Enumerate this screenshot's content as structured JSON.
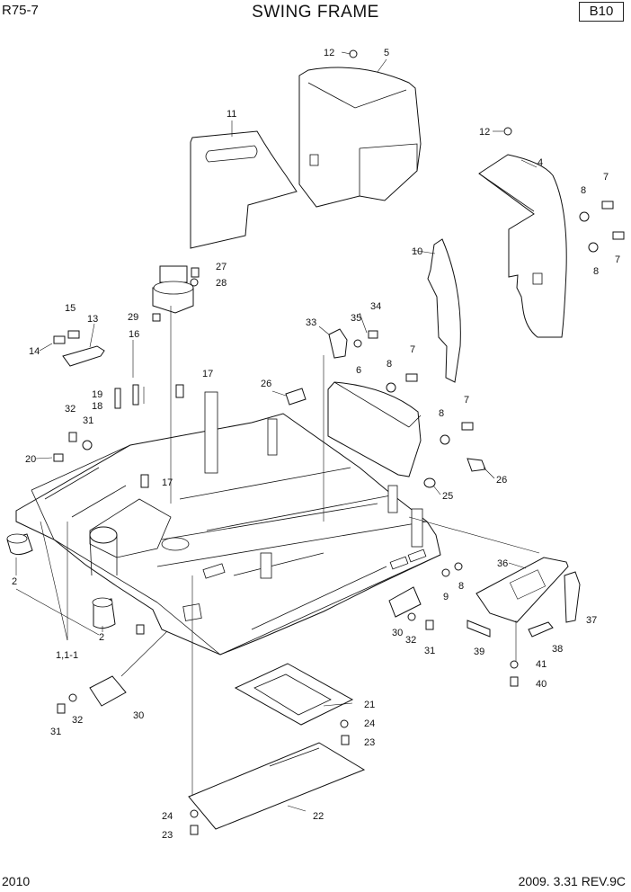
{
  "header": {
    "model": "R75-7",
    "title": "SWING FRAME",
    "code": "B10"
  },
  "footer": {
    "year": "2010",
    "revision": "2009. 3.31 REV.9C"
  },
  "callouts": [
    "12",
    "5",
    "11",
    "12",
    "4",
    "7",
    "8",
    "8",
    "7",
    "10",
    "27",
    "28",
    "15",
    "13",
    "29",
    "14",
    "16",
    "33",
    "35",
    "34",
    "7",
    "8",
    "6",
    "17",
    "26",
    "19",
    "18",
    "32",
    "31",
    "7",
    "8",
    "20",
    "17",
    "26",
    "25",
    "2",
    "2",
    "1,1-1",
    "36",
    "9",
    "8",
    "37",
    "30",
    "32",
    "31",
    "39",
    "38",
    "41",
    "40",
    "30",
    "32",
    "31",
    "21",
    "24",
    "23",
    "22",
    "24",
    "23"
  ]
}
